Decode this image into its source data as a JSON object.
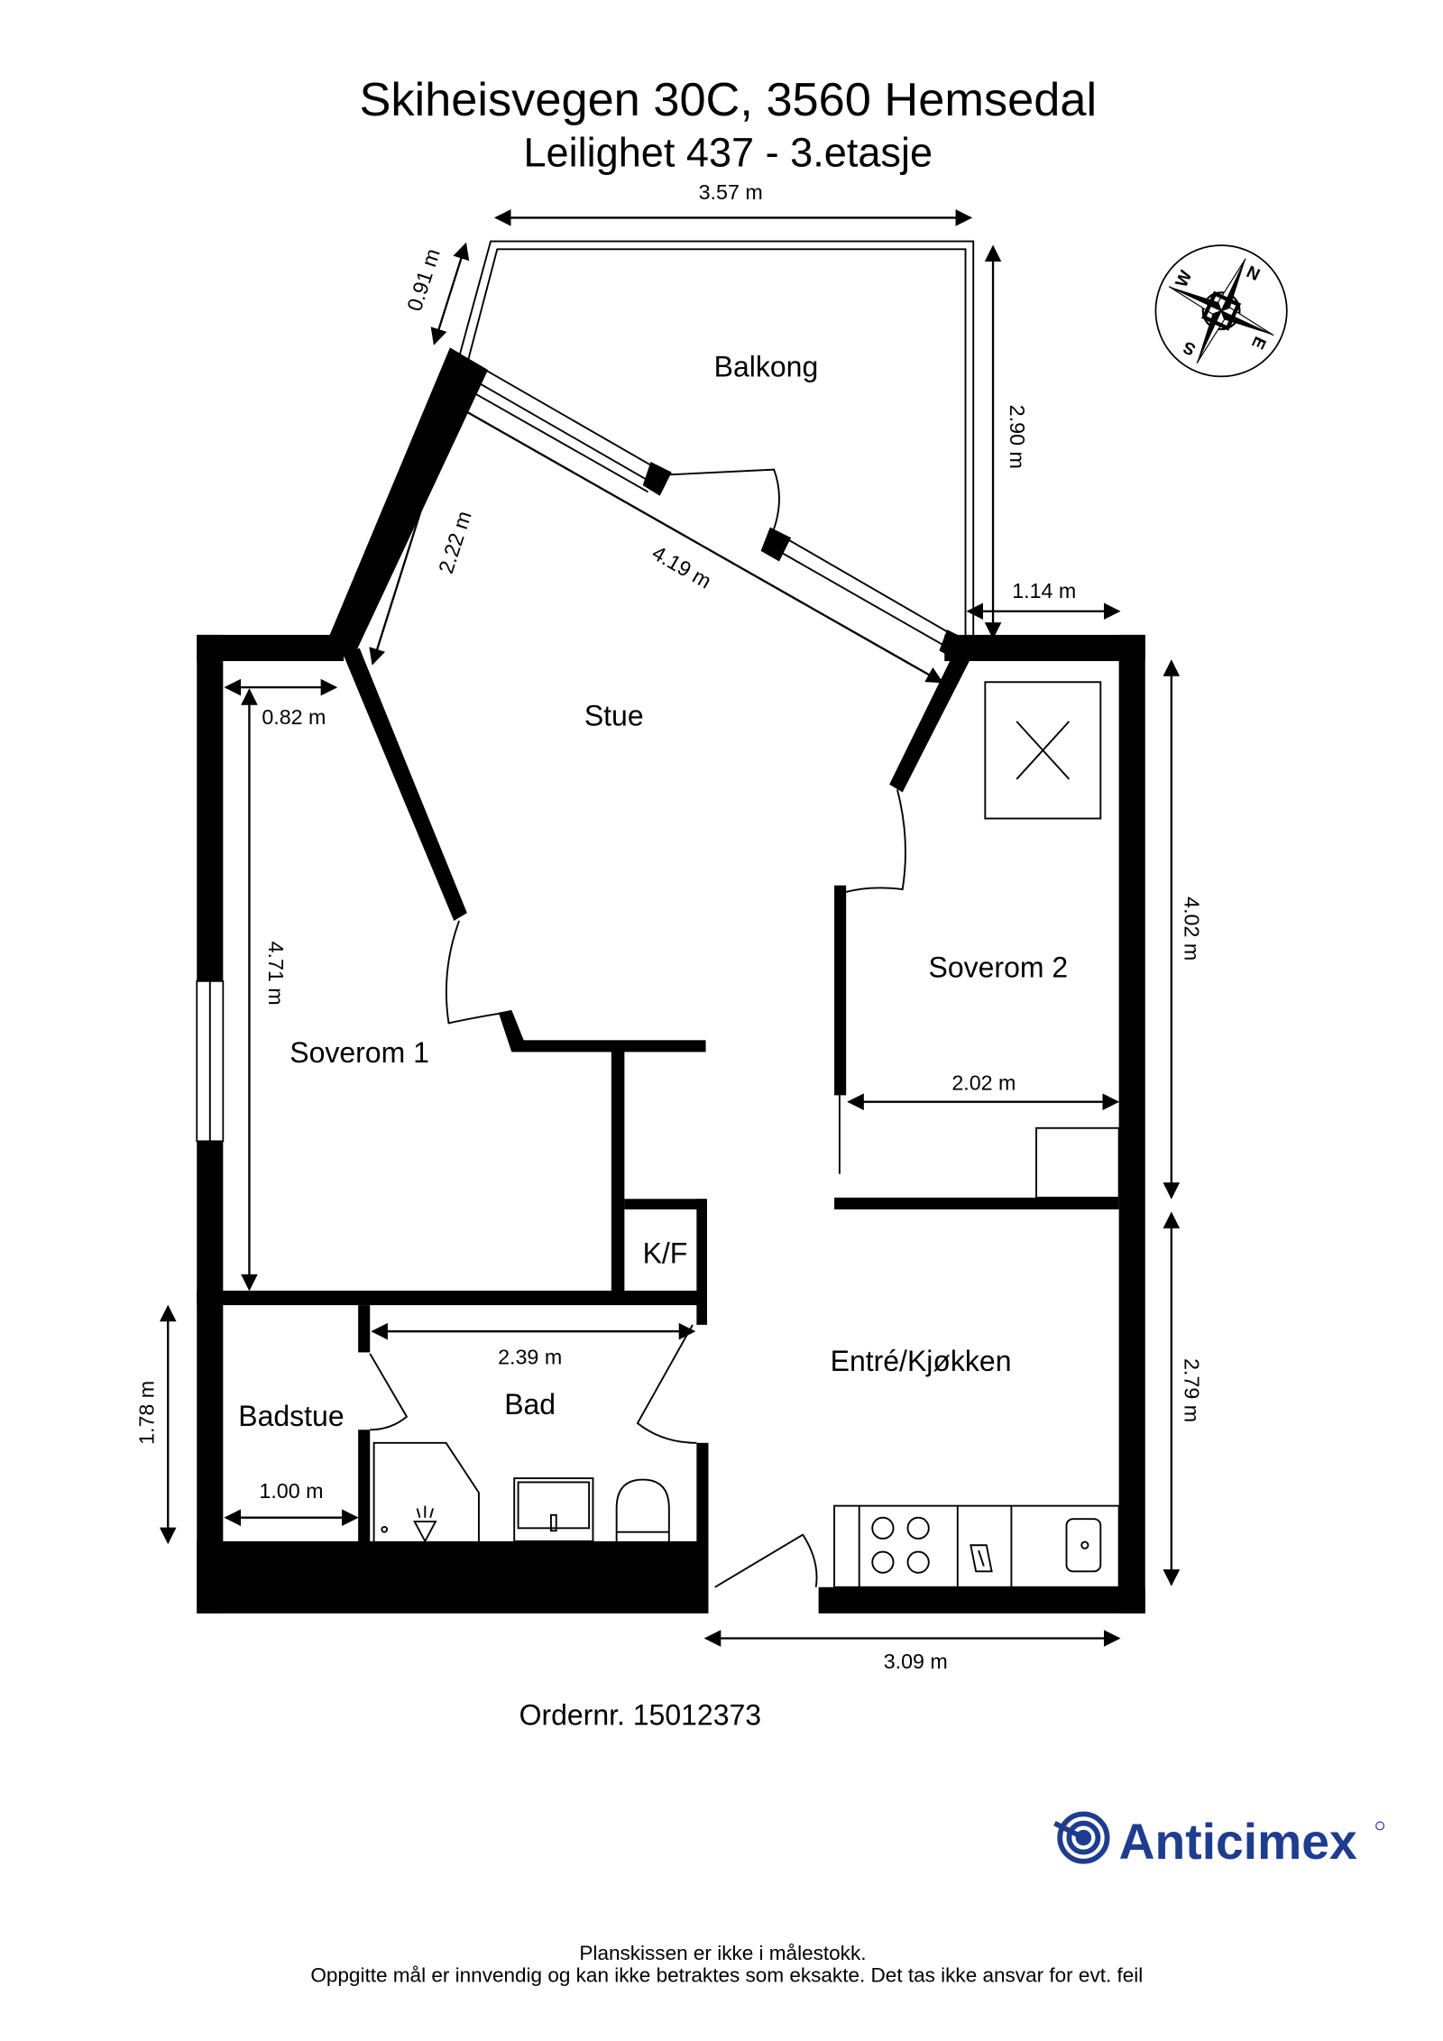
{
  "header": {
    "title": "Skiheisvegen 30C, 3560 Hemsedal",
    "subtitle": "Leilighet 437 - 3.etasje"
  },
  "rooms": {
    "balkong": "Balkong",
    "stue": "Stue",
    "soverom1": "Soverom 1",
    "soverom2": "Soverom 2",
    "kf": "K/F",
    "badstue": "Badstue",
    "bad": "Bad",
    "entre_kjokken": "Entré/Kjøkken"
  },
  "dimensions": {
    "balcony_width": "3.57 m",
    "balcony_side": "0.91 m",
    "balcony_depth": "2.90 m",
    "stue_side": "2.22 m",
    "stue_diagonal": "4.19 m",
    "balcony_offset": "1.14 m",
    "soverom1_top": "0.82 m",
    "soverom1_height": "4.71 m",
    "soverom2_height": "4.02 m",
    "soverom2_width": "2.02 m",
    "bad_width": "2.39 m",
    "badstue_height": "1.78 m",
    "badstue_width": "1.00 m",
    "kitchen_height": "2.79 m",
    "kitchen_width": "3.09 m"
  },
  "compass": {
    "icon": "compass-rose-icon",
    "n": "N",
    "e": "E",
    "s": "S",
    "w": "W"
  },
  "order": "Ordernr. 15012373",
  "logo": {
    "text": "Anticimex",
    "color": "#1e3d8f"
  },
  "footer": {
    "line1": "Planskissen er ikke i målestokk.",
    "line2": "Oppgitte mål er innvendig og kan ikke betraktes som eksakte. Det tas ikke ansvar for evt. feil"
  }
}
